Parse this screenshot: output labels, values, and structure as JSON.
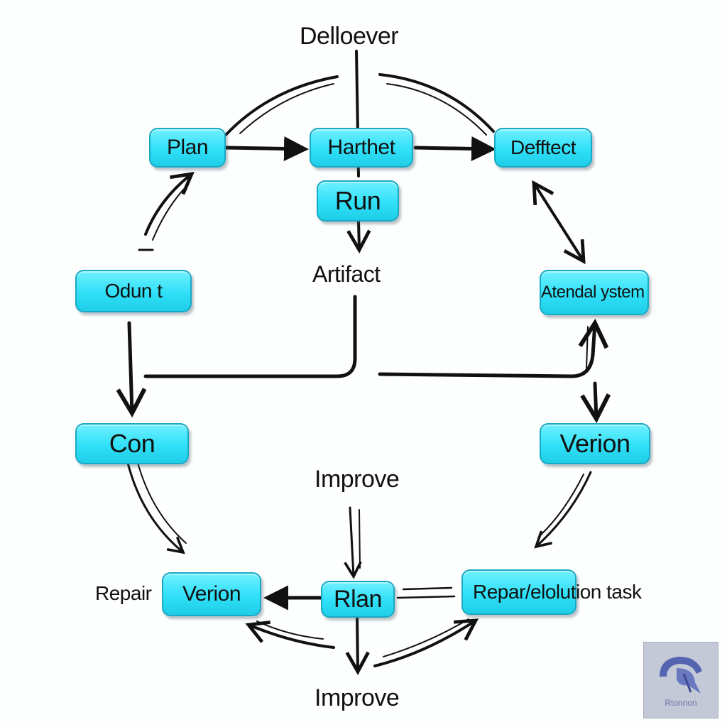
{
  "title": "Delloever",
  "labels": {
    "artifact": "Artifact",
    "improve_mid": "Improve",
    "improve_bottom": "Improve",
    "repair_left": "Repair"
  },
  "nodes": {
    "plan": "Plan",
    "harthet": "Harthet",
    "defftect": "Defftect",
    "run": "Run",
    "odun": "Odun t",
    "atendal": "Atendal ystem",
    "con": "Con",
    "verion_right": "Verion",
    "verion_left": "Verion",
    "rlan": "Rlan",
    "repar": "Repar/elolution task"
  },
  "watermark": {
    "text": "Rtonnon",
    "icon": "logo-mark-icon"
  },
  "colors": {
    "node_fill": "#2fe0f8",
    "node_border": "#1aa9c4",
    "arrow": "#111111",
    "watermark_bg": "#c4c9d8"
  }
}
